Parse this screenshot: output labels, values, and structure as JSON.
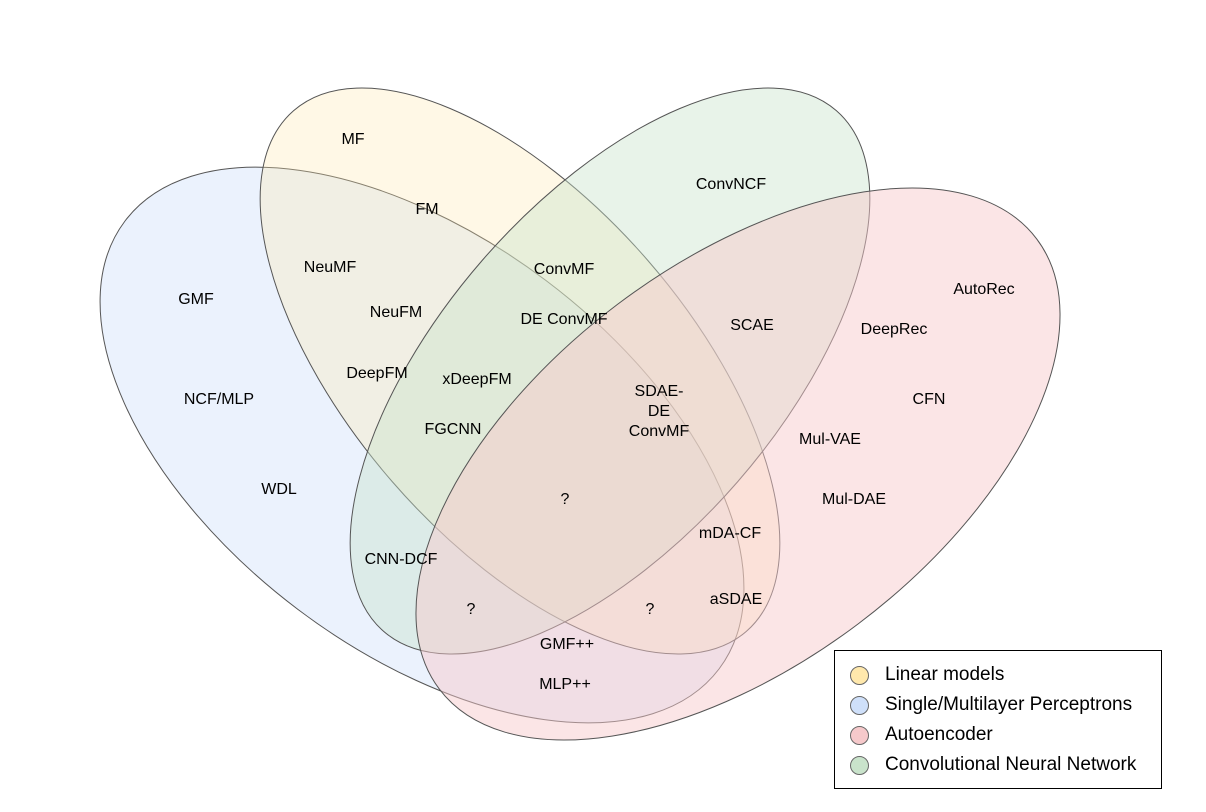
{
  "sets": [
    {
      "key": "linear",
      "name": "Linear models",
      "fill": "#ffe8ac",
      "color_name": "yellow"
    },
    {
      "key": "mlp",
      "name": "Single/Multilayer Perceptrons",
      "fill": "#cfe0fa",
      "color_name": "blue"
    },
    {
      "key": "ae",
      "name": "Autoencoder",
      "fill": "#f6c9cb",
      "color_name": "red"
    },
    {
      "key": "cnn",
      "name": "Convolutional Neural Network",
      "fill": "#c9e3cb",
      "color_name": "green"
    }
  ],
  "labels": {
    "mf": "MF",
    "fm": "FM",
    "convncf": "ConvNCF",
    "neumf": "NeuMF",
    "convmf": "ConvMF",
    "autorec": "AutoRec",
    "gmf": "GMF",
    "neufm": "NeuFM",
    "de_convmf": "DE ConvMF",
    "scae": "SCAE",
    "deeprec": "DeepRec",
    "deepfm": "DeepFM",
    "xdeepfm": "xDeepFM",
    "sdae_de_convmf_1": "SDAE-",
    "sdae_de_convmf_2": "DE",
    "sdae_de_convmf_3": "ConvMF",
    "ncf_mlp": "NCF/MLP",
    "cfn": "CFN",
    "fgcnn": "FGCNN",
    "mul_vae": "Mul-VAE",
    "wdl": "WDL",
    "center_unknown": "?",
    "mul_dae": "Mul-DAE",
    "mda_cf": "mDA-CF",
    "cnn_dcf": "CNN-DCF",
    "asdae": "aSDAE",
    "left_unknown": "?",
    "right_unknown": "?",
    "gmf_pp": "GMF++",
    "mlp_pp": "MLP++"
  },
  "legend": {
    "items": [
      {
        "label": "Linear models",
        "swatch": "#ffe8ac"
      },
      {
        "label": "Single/Multilayer Perceptrons",
        "swatch": "#cfe0fa"
      },
      {
        "label": "Autoencoder",
        "swatch": "#f6c9cb"
      },
      {
        "label": "Convolutional Neural Network",
        "swatch": "#c9e3cb"
      }
    ]
  }
}
